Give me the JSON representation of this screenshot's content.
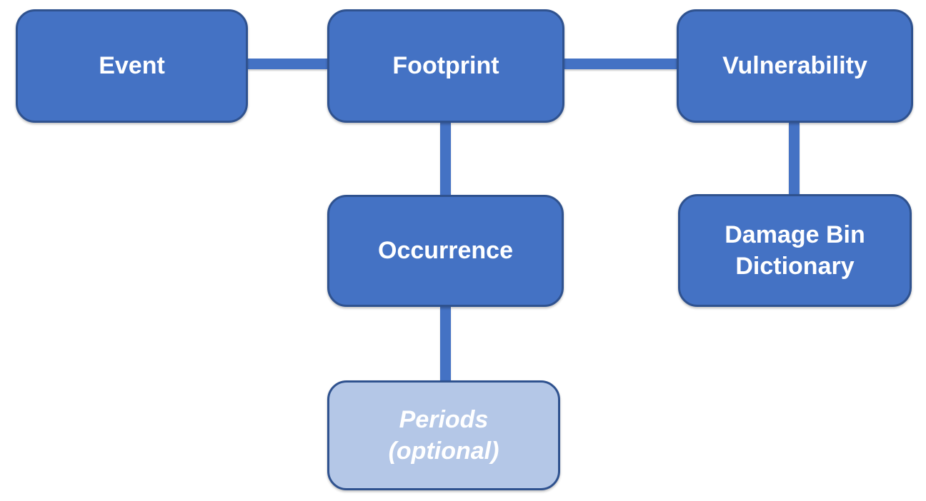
{
  "diagram": {
    "colors": {
      "node_fill": "#4472C4",
      "node_border": "#2F528F",
      "optional_node_fill": "#B4C7E7",
      "connector": "#4472C4",
      "text": "#FFFFFF",
      "background": "#FFFFFF"
    },
    "nodes": {
      "event": {
        "label": "Event"
      },
      "footprint": {
        "label": "Footprint"
      },
      "vulnerability": {
        "label": "Vulnerability"
      },
      "occurrence": {
        "label": "Occurrence"
      },
      "damage_bin_dictionary": {
        "label": "Damage Bin\nDictionary"
      },
      "periods": {
        "label": "Periods\n(optional)",
        "style": "optional"
      }
    },
    "edges": [
      {
        "from": "event",
        "to": "footprint"
      },
      {
        "from": "footprint",
        "to": "vulnerability"
      },
      {
        "from": "footprint",
        "to": "occurrence"
      },
      {
        "from": "vulnerability",
        "to": "damage_bin_dictionary"
      },
      {
        "from": "occurrence",
        "to": "periods"
      }
    ]
  }
}
